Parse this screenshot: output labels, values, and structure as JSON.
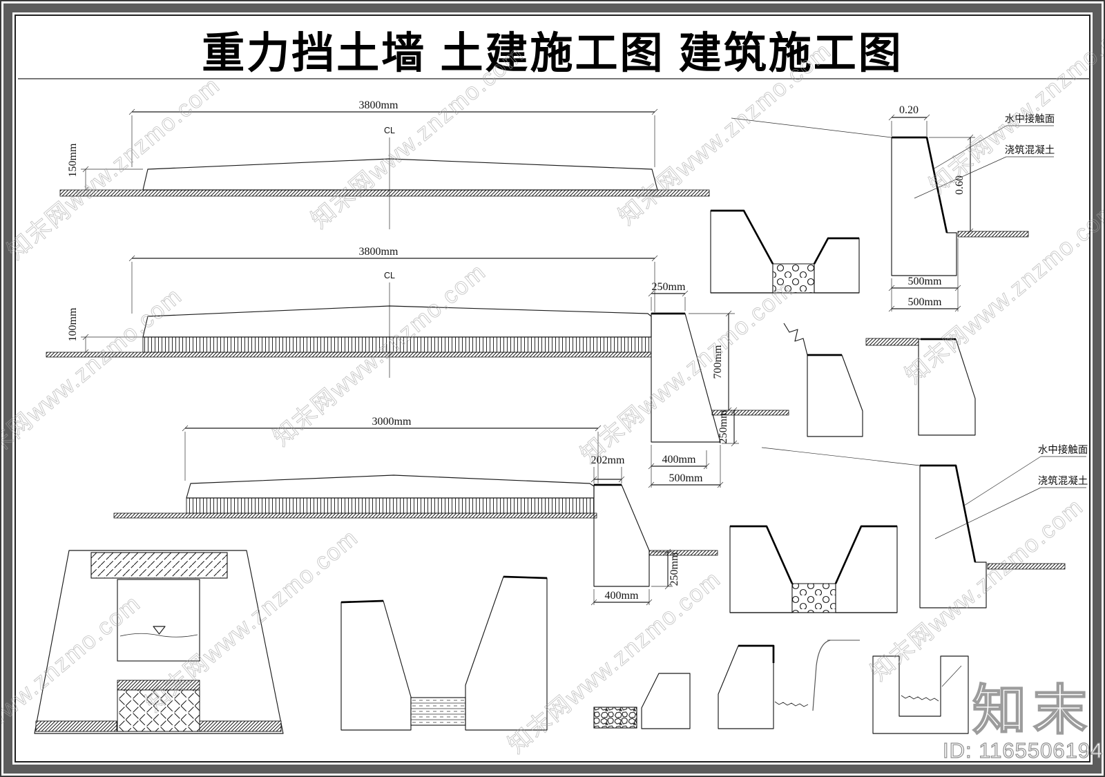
{
  "title": "重力挡土墙 土建施工图 建筑施工图",
  "dims": {
    "s1_width": "3800mm",
    "s1_height": "150mm",
    "s1_cl": "CL",
    "s2_width": "3800mm",
    "s2_height": "100mm",
    "s2_cl": "CL",
    "s2_wall_top": "250mm",
    "s2_wall_height": "700mm",
    "s2_wall_embed": "250mm",
    "s2_wall_mid": "400mm",
    "s2_wall_base": "500mm",
    "s3_width": "3000mm",
    "s3_wall_top": "202mm",
    "s3_wall_embed": "250mm",
    "s3_wall_base": "400mm",
    "tr_top": "0.20",
    "tr_height": "0.60",
    "tr_base1": "500mm",
    "tr_base2": "500mm"
  },
  "labels": {
    "water": "水中接触面",
    "concrete": "浇筑混凝土"
  },
  "watermark": {
    "text": "知末网www.znzmo.com",
    "logo": "知末",
    "id": "ID: 1165506194"
  }
}
